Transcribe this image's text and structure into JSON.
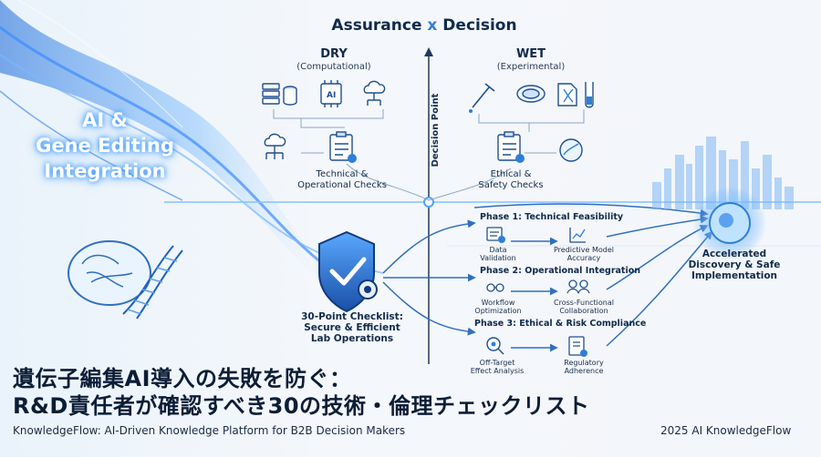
{
  "header": {
    "title_a": "Assurance",
    "title_x": "x",
    "title_b": "Decision"
  },
  "dry": {
    "title": "DRY",
    "subtitle": "(Computational)",
    "checks": "Technical &\nOperational Checks"
  },
  "wet": {
    "title": "WET",
    "subtitle": "(Experimental)",
    "checks": "Ethical &\nSafety Checks"
  },
  "axis": {
    "decision_point": "Decision Point"
  },
  "hero": {
    "title": "AI &\nGene Editing\nIntegration"
  },
  "checklist": {
    "label": "30-Point Checklist:\nSecure & Efficient\nLab Operations"
  },
  "phases": [
    {
      "title": "Phase 1: Technical Feasibility",
      "items": [
        "Data Validation",
        "Predictive Model\nAccuracy"
      ]
    },
    {
      "title": "Phase 2: Operational Integration",
      "items": [
        "Workflow\nOptimization",
        "Cross-Functional\nCollaboration"
      ]
    },
    {
      "title": "Phase 3: Ethical & Risk Compliance",
      "items": [
        "Off-Target\nEffect Analysis",
        "Regulatory\nAdherence"
      ]
    }
  ],
  "outcome": {
    "label": "Accelerated\nDiscovery & Safe\nImplementation"
  },
  "headline": {
    "line1": "遺伝子編集AI導入の失敗を防ぐ：",
    "line2": "R&D責任者が確認すべき30の技術・倫理チェックリスト"
  },
  "footer": {
    "left": "KnowledgeFlow: AI-Driven Knowledge Platform for B2B Decision Makers",
    "right": "2025 AI KnowledgeFlow"
  },
  "colors": {
    "accent": "#2f7fd8",
    "navy": "#102a4c",
    "glow": "#4aa3ff"
  }
}
